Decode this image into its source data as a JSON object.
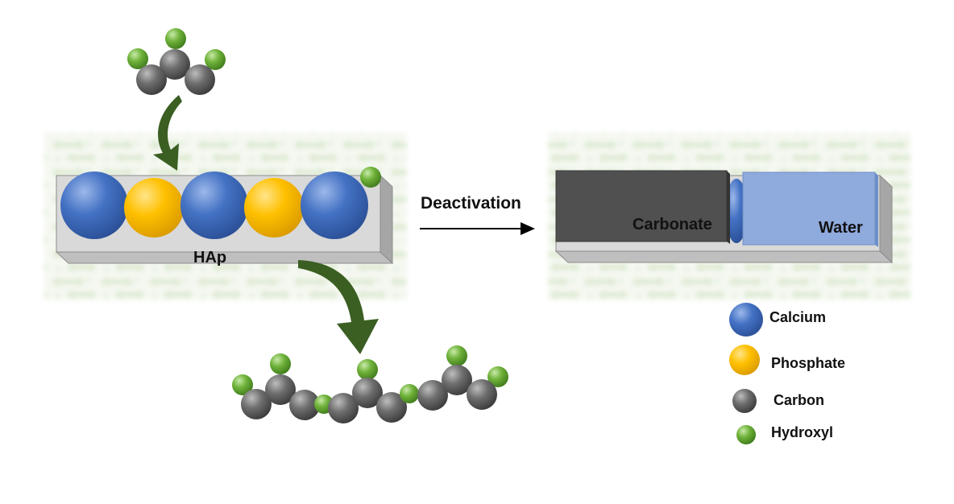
{
  "labels": {
    "hap": "HAp",
    "carbonate": "Carbonate",
    "water": "Water",
    "deactivation": "Deactivation"
  },
  "legend": [
    {
      "key": "calcium",
      "label": "Calcium",
      "color": "#4472c4"
    },
    {
      "key": "phosphate",
      "label": "Phosphate",
      "color": "#ffc000"
    },
    {
      "key": "carbon",
      "label": "Carbon",
      "color": "#6e6e6e"
    },
    {
      "key": "hydroxyl",
      "label": "Hydroxyl",
      "color": "#6fb23a"
    }
  ],
  "colors": {
    "arrow_green": "#3b5e22",
    "texture_green": "#cfe3c0",
    "slab_face": "#d9d9d9",
    "slab_edge": "#a6a6a6",
    "carbonate_block": "#505050",
    "water_block": "#8faadc"
  },
  "icons": {
    "molecule_top": "carbon-hydroxyl-molecule",
    "molecule_chain": "carbon-hydroxyl-chain",
    "arrow_down": "curved-arrow-icon",
    "reaction_arrow": "right-arrow-icon"
  }
}
